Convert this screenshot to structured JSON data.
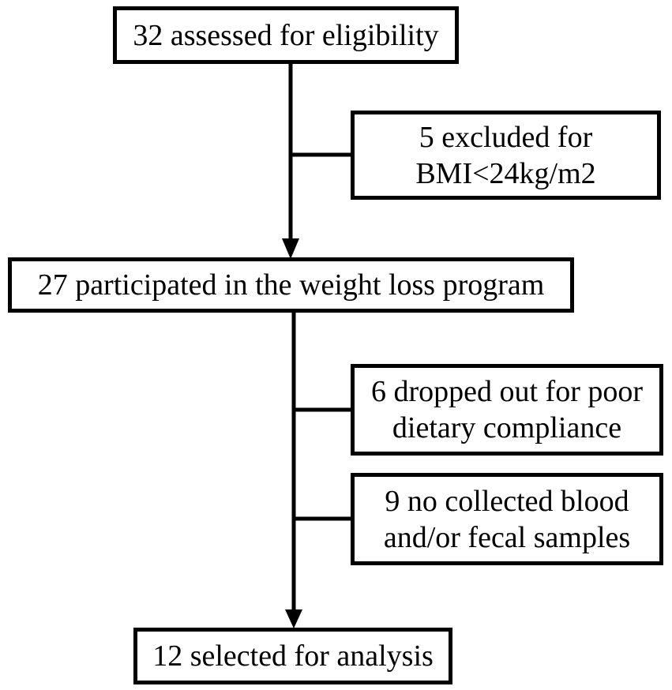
{
  "flowchart": {
    "nodes": {
      "assessed": {
        "lines": [
          "32 assessed for eligibility"
        ]
      },
      "excluded_bmi": {
        "lines": [
          "5 excluded for",
          "BMI<24kg/m2"
        ]
      },
      "participated": {
        "lines": [
          "27 participated in the weight loss program"
        ]
      },
      "dropped_out": {
        "lines": [
          "6 dropped out for poor",
          "dietary compliance"
        ]
      },
      "no_samples": {
        "lines": [
          "9 no collected blood",
          "and/or fecal samples"
        ]
      },
      "selected": {
        "lines": [
          "12 selected for analysis"
        ]
      }
    },
    "edges": [
      {
        "from": "assessed",
        "to": "participated",
        "type": "arrow"
      },
      {
        "from": "assessed",
        "to": "excluded_bmi",
        "type": "branch"
      },
      {
        "from": "participated",
        "to": "selected",
        "type": "arrow"
      },
      {
        "from": "participated",
        "to": "dropped_out",
        "type": "branch"
      },
      {
        "from": "participated",
        "to": "no_samples",
        "type": "branch"
      }
    ]
  }
}
